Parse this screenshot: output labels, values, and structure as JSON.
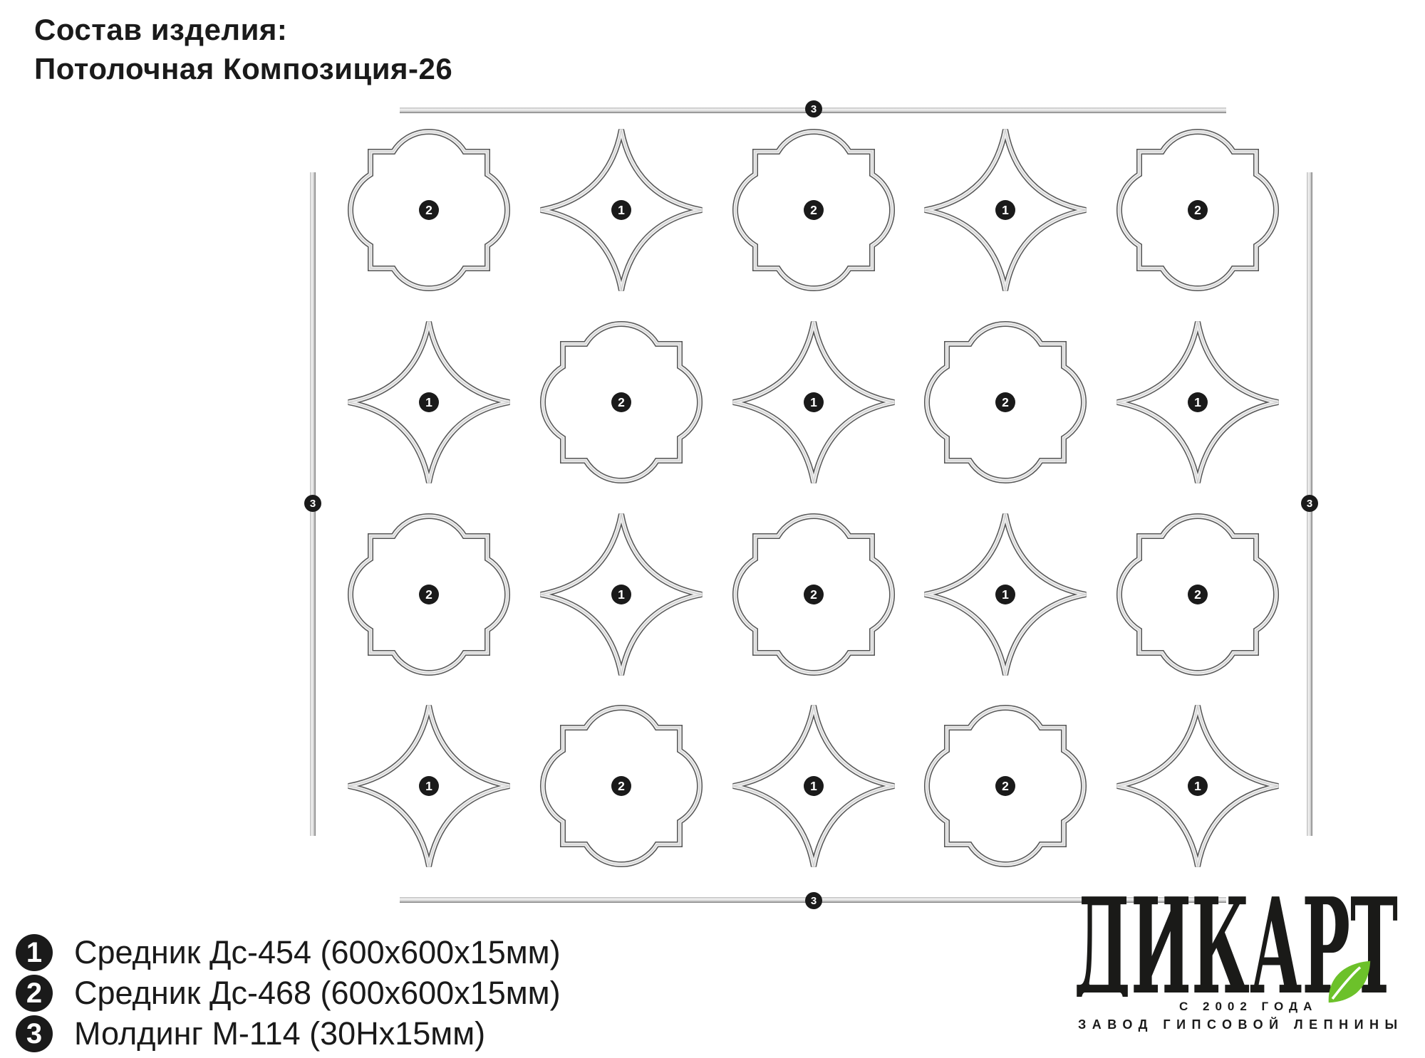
{
  "title": {
    "line1": "Состав изделия:",
    "line2": "Потолочная Композиция-26"
  },
  "grid": {
    "rows": 4,
    "cols": 5,
    "pattern": [
      [
        2,
        1,
        2,
        1,
        2
      ],
      [
        1,
        2,
        1,
        2,
        1
      ],
      [
        2,
        1,
        2,
        1,
        2
      ],
      [
        1,
        2,
        1,
        2,
        1
      ]
    ]
  },
  "molding_badge": "3",
  "legend": [
    {
      "num": "1",
      "text": "Средник Дс-454 (600х600х15мм)"
    },
    {
      "num": "2",
      "text": "Средник Дс-468 (600х600х15мм)"
    },
    {
      "num": "3",
      "text": "Молдинг М-114 (30Нх15мм)"
    }
  ],
  "logo": {
    "word": "ДИКАРТ",
    "since": "С 2002 ГОДА",
    "subtitle": "ЗАВОД ГИПСОВОЙ ЛЕПНИНЫ",
    "leaf_color": "#6cc12a"
  },
  "colors": {
    "badge": "#1a1a1a",
    "molding_dark": "#555555",
    "molding_light": "#eeeeee"
  }
}
